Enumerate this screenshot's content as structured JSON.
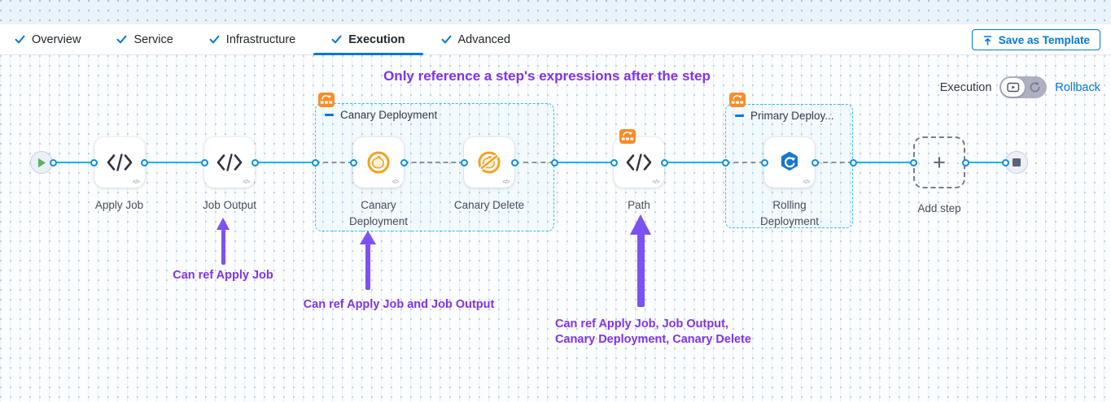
{
  "header": {
    "tabs": [
      {
        "label": "Overview"
      },
      {
        "label": "Service"
      },
      {
        "label": "Infrastructure"
      },
      {
        "label": "Execution"
      },
      {
        "label": "Advanced"
      }
    ],
    "active_tab": "Execution",
    "save_as_template": "Save as Template"
  },
  "canvas": {
    "annotation_title": "Only reference a step's expressions after the step",
    "mode": {
      "execution": "Execution",
      "rollback": "Rollback"
    },
    "groups": [
      {
        "label": "Canary Deployment"
      },
      {
        "label": "Primary Deploy..."
      }
    ],
    "steps": {
      "apply_job": "Apply Job",
      "job_output": "Job Output",
      "canary_deployment": "Canary Deployment",
      "canary_delete": "Canary Delete",
      "path": "Path",
      "rolling_deployment": "Rolling Deployment",
      "add_step": "Add step"
    },
    "add_step_plus": "+",
    "mini_code_glyph": "</>",
    "annotations": [
      {
        "label": "Can ref Apply Job"
      },
      {
        "label": "Can ref Apply Job and Job Output"
      },
      {
        "label": "Can ref Apply Job, Job Output,\nCanary Deployment, Canary Delete"
      }
    ],
    "colors": {
      "accent_blue": "#0278d5",
      "connector_blue": "#1fb0e8",
      "annotation_purple": "#8032ef",
      "badge_orange": "#fa8c28",
      "canary_orange": "#f6a021",
      "rolling_blue": "#1878cf"
    }
  }
}
